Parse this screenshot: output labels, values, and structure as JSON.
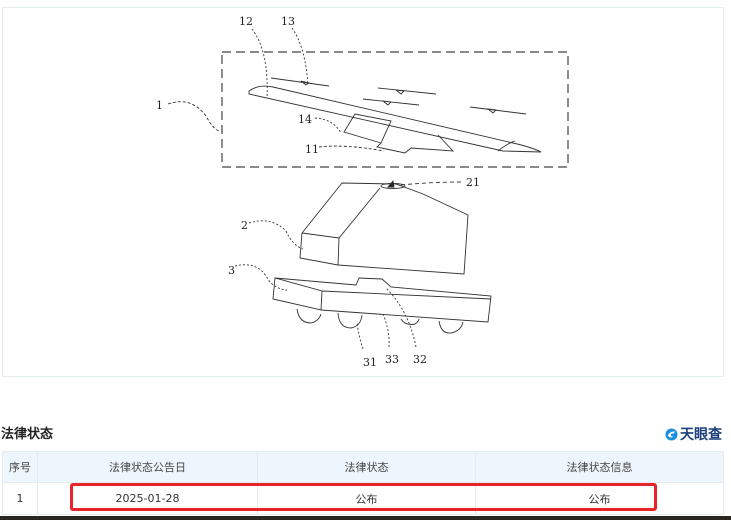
{
  "figure": {
    "labels": {
      "l1": "1",
      "l11": "11",
      "l12": "12",
      "l13": "13",
      "l14": "14",
      "l2": "2",
      "l21": "21",
      "l3": "3",
      "l31": "31",
      "l32": "32",
      "l33": "33"
    }
  },
  "section": {
    "title": "法律状态"
  },
  "brand": {
    "name": "天眼查",
    "icon": "tianyancha-logo-icon",
    "color": "#1a3f7a"
  },
  "table": {
    "headers": [
      "序号",
      "法律状态公告日",
      "法律状态",
      "法律状态信息"
    ],
    "rows": [
      {
        "index": "1",
        "date": "2025-01-28",
        "status": "公布",
        "info": "公布"
      }
    ]
  },
  "colors": {
    "header_bg": "#eef6fd",
    "border": "#e3ecef",
    "highlight": "#e8242a"
  }
}
